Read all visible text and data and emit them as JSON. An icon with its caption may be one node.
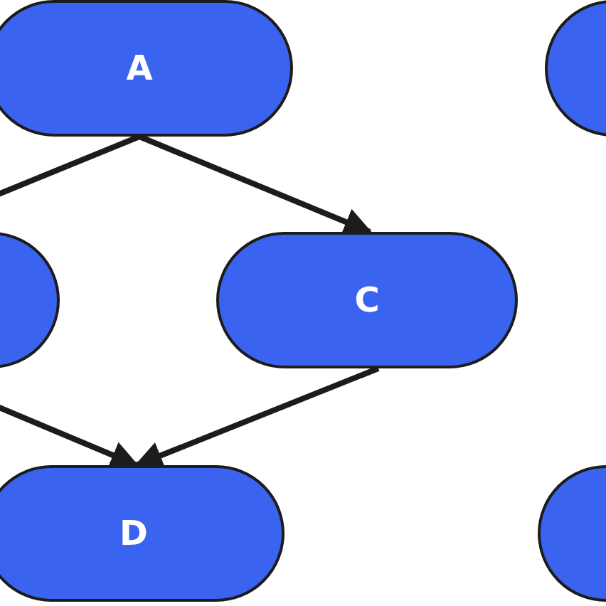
{
  "diagram": {
    "nodes": [
      {
        "text": [
          "A"
        ]
      },
      {
        "text": [],
        "shape": "box"
      },
      {
        "text": [],
        "shape": "box"
      },
      {
        "text": [
          "C"
        ]
      },
      {
        "text": [
          "D"
        ]
      },
      {
        "text": [],
        "shape": "box"
      }
    ],
    "edges": [
      {
        "from": 0,
        "to": 2,
        "arrow": "none"
      },
      {
        "from": 0,
        "to": 3,
        "arrow": "to"
      },
      {
        "from": 2,
        "to": 4,
        "arrow": "to"
      },
      {
        "from": 3,
        "to": 4,
        "arrow": "to"
      }
    ]
  }
}
